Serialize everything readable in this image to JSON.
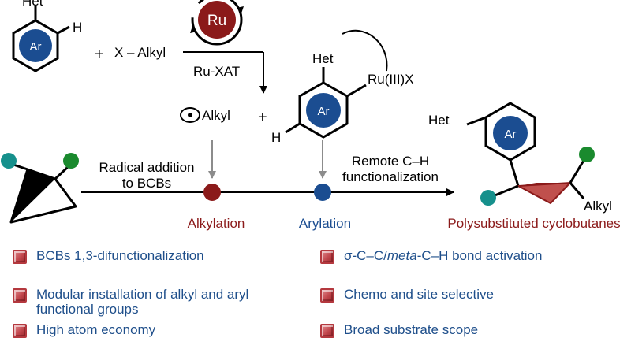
{
  "colors": {
    "ru_red": "#8b1a1a",
    "ar_blue": "#1b4d91",
    "teal": "#16908c",
    "green": "#1a8a2e",
    "alkyl_red": "#8b1a1a",
    "feature_text": "#1f4f8b",
    "bullet": "#c2474d",
    "gray_arrow": "#8c8c8c"
  },
  "scheme": {
    "het_top": "Het",
    "h_top": "H",
    "ar": "Ar",
    "plus": "+",
    "x_alkyl": "X – Alkyl",
    "ru": "Ru",
    "ru_xat": "Ru-XAT",
    "radical_alkyl": "Alkyl",
    "het_mid": "Het",
    "ru_iii_x": "Ru(III)X",
    "h_mid": "H",
    "radical_addition_line1": "Radical addition",
    "radical_addition_line2": "to BCBs",
    "remote_line1": "Remote C–H",
    "remote_line2": "functionalization",
    "alkylation": "Alkylation",
    "arylation": "Arylation",
    "het_product": "Het",
    "alkyl_product": "Alkyl",
    "product_label": "Polysubstituted cyclobutanes"
  },
  "features": {
    "left": [
      "BCBs 1,3-difunctionalization",
      "Modular installation of alkyl and aryl",
      "functional groups",
      "High atom economy"
    ],
    "right_1_prefix": "σ-C–C/",
    "right_1_italic": "meta",
    "right_1_suffix": "-C–H bond activation",
    "right_2": "Chemo and site selective",
    "right_3": "Broad substrate scope"
  }
}
